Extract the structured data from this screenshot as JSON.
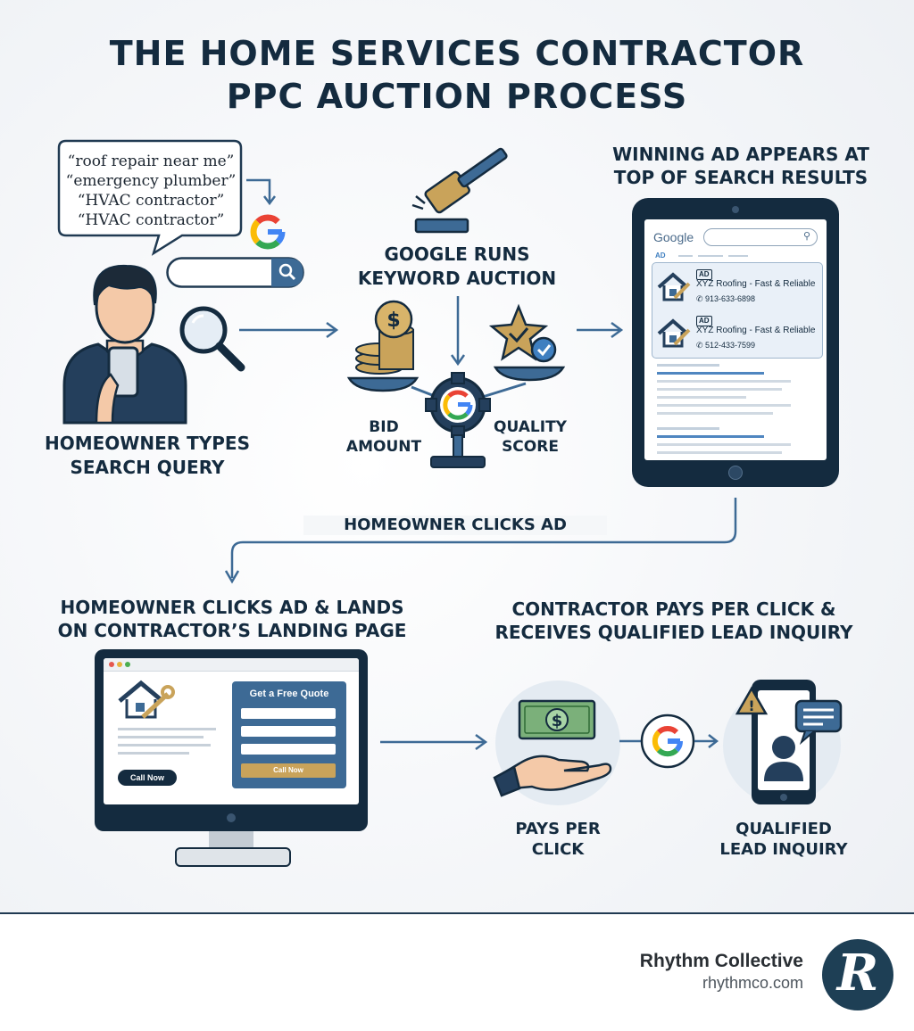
{
  "title": {
    "line1": "THE HOME SERVICES CONTRACTOR",
    "line2": "PPC AUCTION PROCESS"
  },
  "step1": {
    "queries": [
      "“roof repair near me”",
      "“emergency plumber”",
      "“HVAC contractor”",
      "“HVAC contractor”"
    ],
    "label_line1": "HOMEOWNER TYPES",
    "label_line2": "SEARCH QUERY"
  },
  "step2": {
    "label_line1": "GOOGLE RUNS",
    "label_line2": "KEYWORD AUCTION",
    "bid_line1": "BID",
    "bid_line2": "AMOUNT",
    "quality_line1": "QUALITY",
    "quality_line2": "SCORE"
  },
  "step3": {
    "label_line1": "WINNING AD APPEARS AT",
    "label_line2": "TOP OF SEARCH RESULTS",
    "google_logo": "Google",
    "ad_tab": "AD",
    "ads": [
      {
        "badge": "AD",
        "title": "XYZ Roofing - Fast & Reliable",
        "phone": "913-633-6898"
      },
      {
        "badge": "AD",
        "title": "XYZ Roofing - Fast & Reliable",
        "phone": "512-433-7599"
      }
    ]
  },
  "connector_label": "HOMEOWNER CLICKS AD",
  "step4": {
    "label_line1": "HOMEOWNER CLICKS AD & LANDS",
    "label_line2": "ON CONTRACTOR’S LANDING PAGE",
    "form_title": "Get a Free Quote",
    "form_button": "Call Now",
    "call_button": "Call Now"
  },
  "step5": {
    "label_line1": "CONTRACTOR PAYS PER CLICK &",
    "label_line2": "RECEIVES QUALIFIED LEAD INQUIRY",
    "pay_line1": "PAYS PER",
    "pay_line2": "CLICK",
    "lead_line1": "QUALIFIED",
    "lead_line2": "LEAD INQUIRY"
  },
  "footer": {
    "brand": "Rhythm Collective",
    "url": "rhythmco.com",
    "logo_letter": "R"
  },
  "colors": {
    "navy": "#142b3f",
    "blue": "#3d6a95",
    "gold": "#c9a35a",
    "accent_blue": "#3f7fc0"
  }
}
